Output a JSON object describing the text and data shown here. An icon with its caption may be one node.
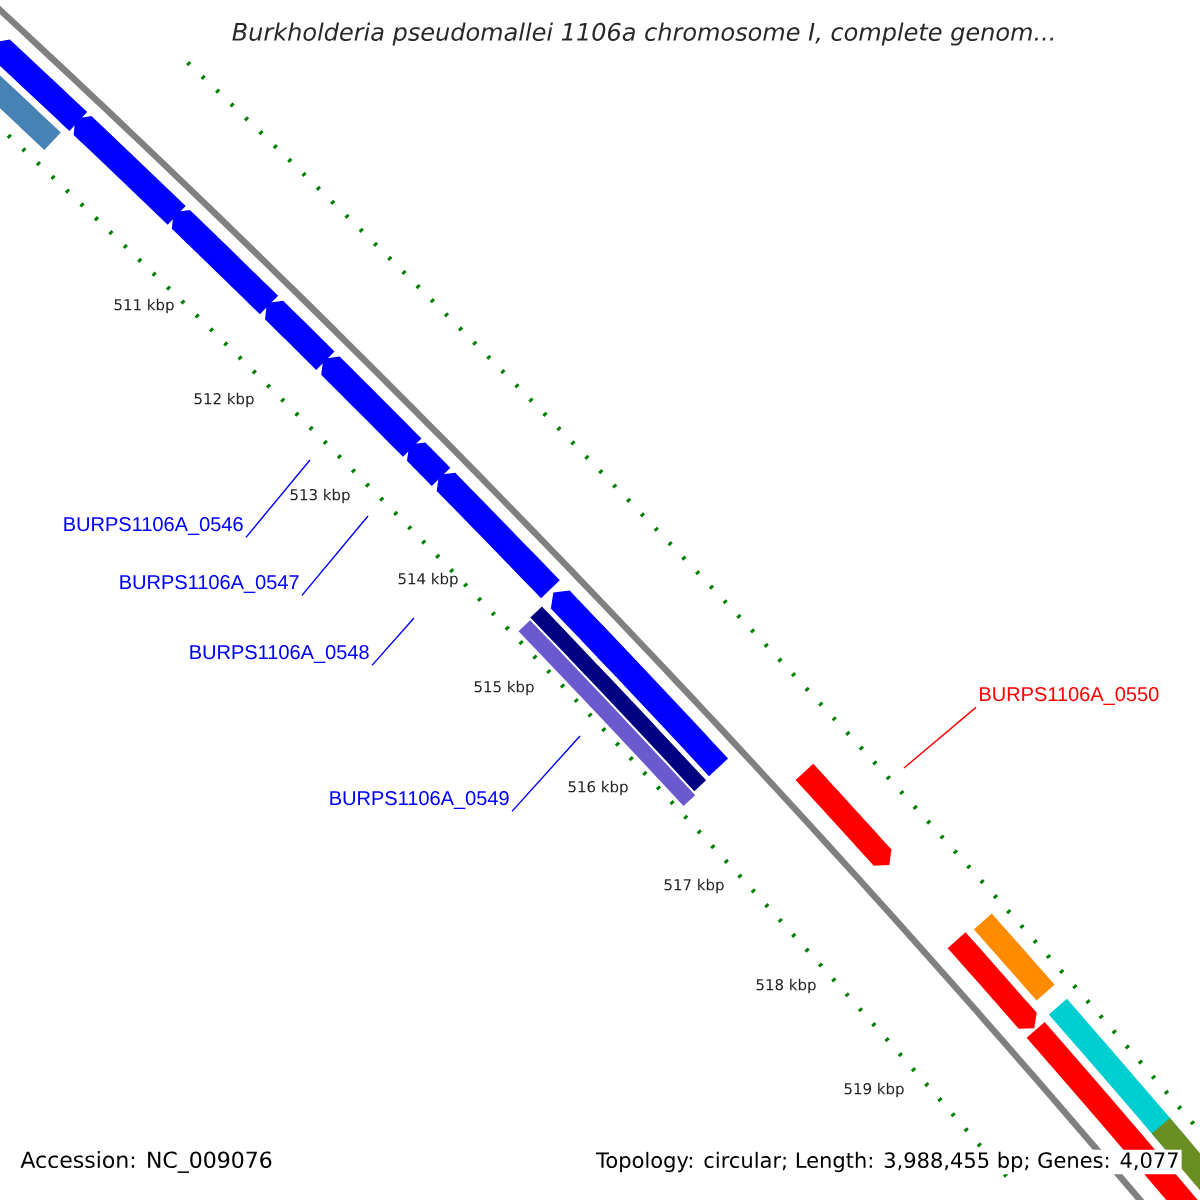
{
  "diagram": {
    "title": "Burkholderia pseudomallei 1106a chromosome I, complete genom...",
    "nodes": [
      {
        "text": [
          "BURPS1106A_0546"
        ]
      },
      {
        "text": [
          "BURPS1106A_0547"
        ]
      },
      {
        "text": [
          "BURPS1106A_0548"
        ]
      },
      {
        "text": [
          "BURPS1106A_0549"
        ]
      },
      {
        "text": [
          "BURPS1106A_0550"
        ]
      }
    ],
    "edges": [
      {
        "from": 0,
        "to": null,
        "arrow": "none"
      },
      {
        "from": 1,
        "to": null,
        "arrow": "none"
      },
      {
        "from": 2,
        "to": null,
        "arrow": "none"
      },
      {
        "from": 3,
        "to": null,
        "arrow": "none"
      },
      {
        "from": 4,
        "to": null,
        "arrow": "none",
        "color": "#ff0000"
      }
    ],
    "labels": [
      "511 kbp",
      "512 kbp",
      "513 kbp",
      "514 kbp",
      "515 kbp",
      "516 kbp",
      "517 kbp",
      "518 kbp",
      "519 kbp",
      "Accession: NC_009076",
      "Topology: circular; Length: 3,988,455 bp; Genes: 4,077"
    ]
  }
}
